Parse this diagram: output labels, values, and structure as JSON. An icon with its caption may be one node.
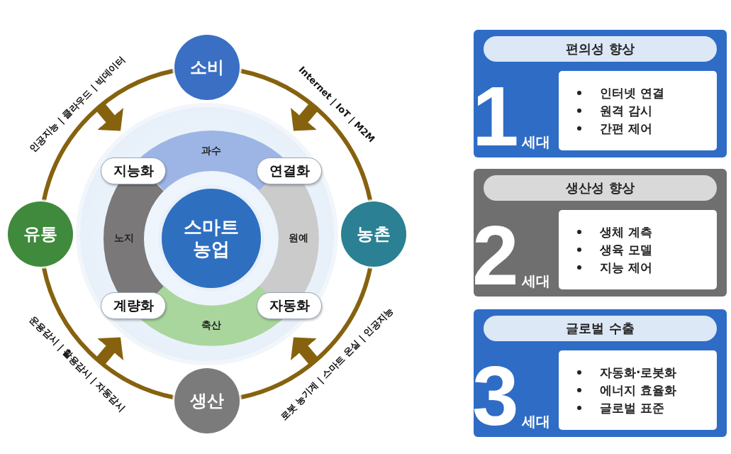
{
  "diagram": {
    "nodes": [
      {
        "text": [
          "소비"
        ]
      },
      {
        "text": [
          "농촌"
        ]
      },
      {
        "text": [
          "생산"
        ]
      },
      {
        "text": [
          "유통"
        ]
      },
      {
        "text": [],
        "shape": "circle"
      },
      {
        "text": [
          "과수"
        ],
        "in": 4
      },
      {
        "text": [
          "원예"
        ],
        "in": 4
      },
      {
        "text": [
          "축산"
        ],
        "in": 4
      },
      {
        "text": [
          "노지"
        ],
        "in": 4
      },
      {
        "text": [
          "스마트 농업"
        ],
        "in": 4
      },
      {
        "text": [
          "지능화"
        ],
        "in": 4
      },
      {
        "text": [
          "연결화"
        ],
        "in": 4
      },
      {
        "text": [
          "계량화"
        ],
        "in": 4
      },
      {
        "text": [
          "자동화"
        ],
        "in": 4
      },
      {
        "text": [
          "1",
          "세대"
        ]
      },
      {
        "text": [
          "편의성 향상"
        ],
        "in": 14
      },
      {
        "text": [
          "인터넷 연결",
          "원격 감시",
          "간편 제어"
        ],
        "in": 14
      },
      {
        "text": [
          "2",
          "세대"
        ]
      },
      {
        "text": [
          "생산성 향상"
        ],
        "in": 17
      },
      {
        "text": [
          "생체 계측",
          "생육 모델",
          "지능 제어"
        ],
        "in": 17
      },
      {
        "text": [
          "3",
          "세대"
        ]
      },
      {
        "text": [
          "글로벌 수출"
        ],
        "in": 20
      },
      {
        "text": [
          "자동화·로봇화",
          "에너지 효율화",
          "글로벌 표준"
        ],
        "in": 20
      }
    ],
    "edges": [
      {
        "from": 3,
        "to": 0,
        "arrow": "none",
        "label": "인공지능 | 클라우드 | 빅데이터",
        "color": "#86620f"
      },
      {
        "from": 0,
        "to": 1,
        "arrow": "none",
        "label": "Internet | IoT | M2M",
        "color": "#86620f"
      },
      {
        "from": 1,
        "to": 2,
        "arrow": "none",
        "label": "로봇 농기계 | 스마트 온실 | 인공지능",
        "color": "#86620f"
      },
      {
        "from": 2,
        "to": 3,
        "arrow": "none",
        "label": "운용감시 | 활용감시 | 자동감시",
        "color": "#86620f"
      },
      {
        "from": null,
        "to": 4,
        "arrow": "to",
        "style": "thick",
        "color": "#86620f"
      },
      {
        "from": null,
        "to": 4,
        "arrow": "to",
        "style": "thick",
        "color": "#86620f"
      },
      {
        "from": null,
        "to": 4,
        "arrow": "to",
        "style": "thick",
        "color": "#86620f"
      },
      {
        "from": null,
        "to": 4,
        "arrow": "to",
        "style": "thick",
        "color": "#86620f"
      }
    ]
  }
}
